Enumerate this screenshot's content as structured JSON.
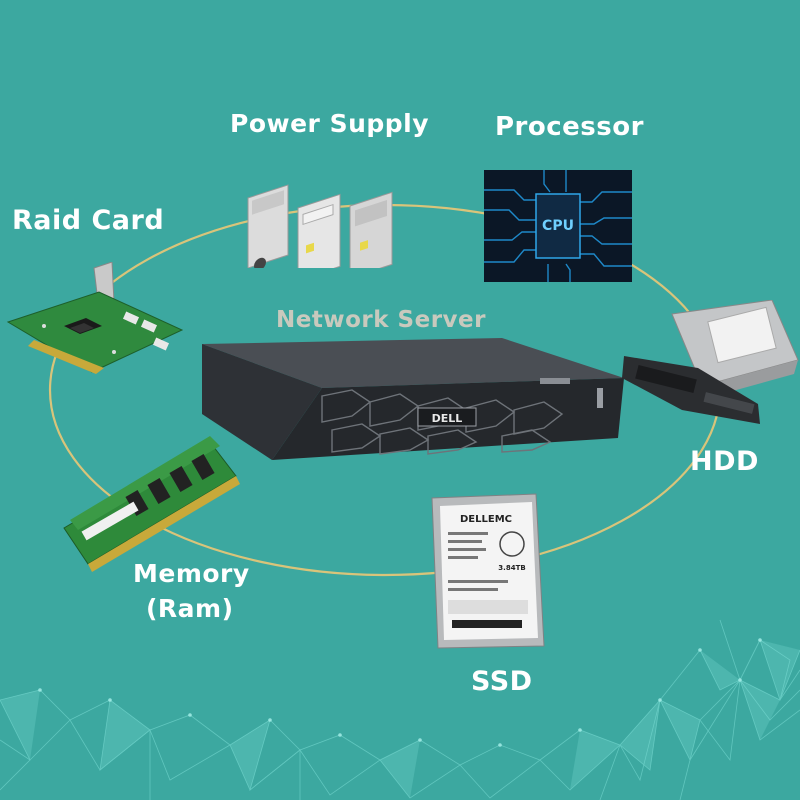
{
  "labels": {
    "power_supply": "Power Supply",
    "processor": "Processor",
    "raid_card": "Raid Card",
    "network_server": "Network Server",
    "hdd": "HDD",
    "memory_line1": "Memory",
    "memory_line2": "(Ram)",
    "ssd": "SSD"
  },
  "device_text": {
    "cpu": "CPU",
    "server_brand": "DELL",
    "ssd_brand": "DELLEMC",
    "ssd_capacity": "3.84TB"
  },
  "colors": {
    "background": "#3ca8a0",
    "ring": "#d9c47a",
    "label": "#ffffff",
    "center_label": "#c9c9bd"
  }
}
